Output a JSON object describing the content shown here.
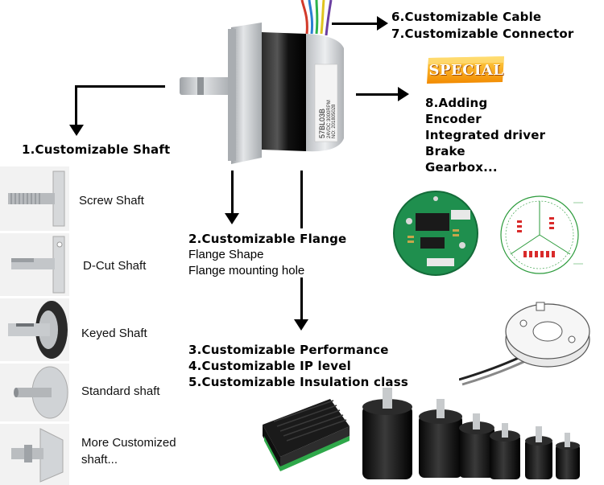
{
  "cable": {
    "line1": "6.Customizable Cable",
    "line2": "7.Customizable Connector"
  },
  "special": {
    "badge": "SPECIAL",
    "items": [
      "8.Adding",
      "Encoder",
      "Integrated driver",
      "Brake",
      "Gearbox..."
    ]
  },
  "shaft": {
    "heading": "1.Customizable Shaft",
    "options": [
      "Screw Shaft",
      "D-Cut Shaft",
      "Keyed Shaft",
      "Standard shaft",
      "More Customized",
      "shaft..."
    ]
  },
  "flange": {
    "heading": "2.Customizable Flange",
    "lines": [
      "Flange Shape",
      "Flange mounting hole"
    ]
  },
  "performance": {
    "lines": [
      "3.Customizable Performance",
      "4.Customizable IP level",
      "5.Customizable Insulation class"
    ]
  },
  "motor_label": {
    "model": "57BL03B",
    "lines": [
      "24VDC 3000RPM",
      "NO: 201805028"
    ]
  },
  "colors": {
    "badge_top": "#ffd24a",
    "badge_bottom": "#f28a00",
    "pcb_green": "#1f8f4e",
    "motor_black": "#141414",
    "aluminium": "#c9ccd0"
  }
}
